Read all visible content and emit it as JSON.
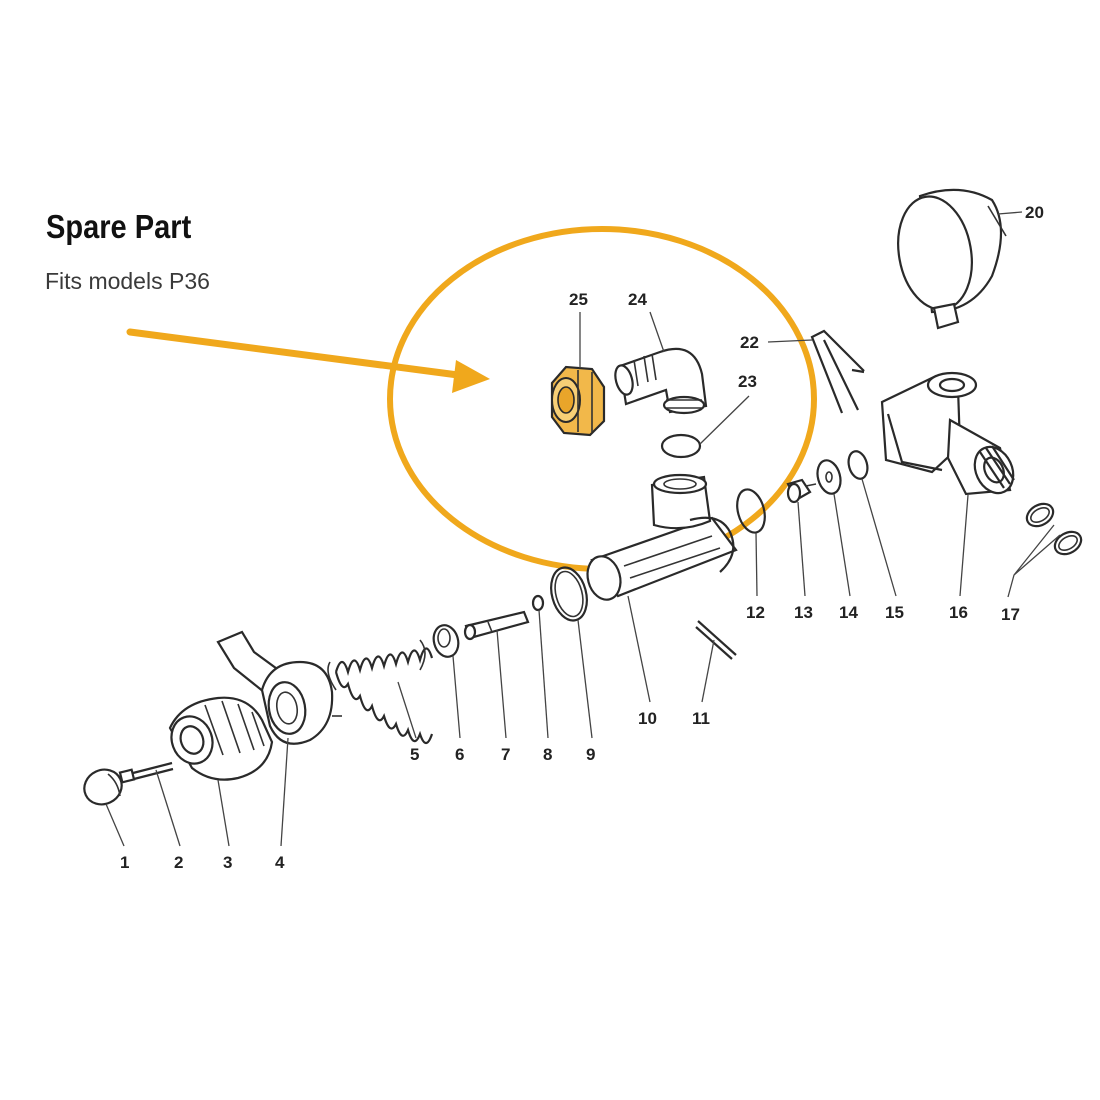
{
  "header": {
    "title": "Spare Part",
    "subtitle": "Fits models P36"
  },
  "colors": {
    "highlight": "#f0a81c",
    "line": "#2a2a2a",
    "background": "#ffffff"
  },
  "callouts": [
    {
      "id": "1",
      "label": "1"
    },
    {
      "id": "2",
      "label": "2"
    },
    {
      "id": "3",
      "label": "3"
    },
    {
      "id": "4",
      "label": "4"
    },
    {
      "id": "5",
      "label": "5"
    },
    {
      "id": "6",
      "label": "6"
    },
    {
      "id": "7",
      "label": "7"
    },
    {
      "id": "8",
      "label": "8"
    },
    {
      "id": "9",
      "label": "9"
    },
    {
      "id": "10",
      "label": "10"
    },
    {
      "id": "11",
      "label": "11"
    },
    {
      "id": "12",
      "label": "12"
    },
    {
      "id": "13",
      "label": "13"
    },
    {
      "id": "14",
      "label": "14"
    },
    {
      "id": "15",
      "label": "15"
    },
    {
      "id": "16",
      "label": "16"
    },
    {
      "id": "17",
      "label": "17"
    },
    {
      "id": "20",
      "label": "20"
    },
    {
      "id": "22",
      "label": "22"
    },
    {
      "id": "23",
      "label": "23"
    },
    {
      "id": "24",
      "label": "24"
    },
    {
      "id": "25",
      "label": "25"
    }
  ],
  "highlighted_part": "25"
}
